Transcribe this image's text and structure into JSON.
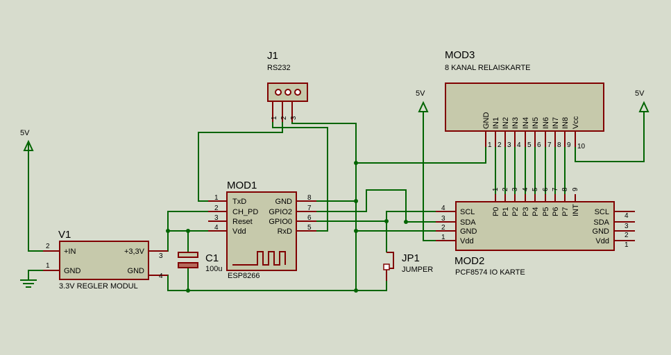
{
  "power_labels": {
    "vcc_v1": "5V",
    "vcc_jp": "5V",
    "vcc_mod3": "5V"
  },
  "j1": {
    "ref": "J1",
    "value": "RS232",
    "pins": [
      "1",
      "2",
      "3"
    ]
  },
  "mod3": {
    "ref": "MOD3",
    "value": "8 KANAL RELAISKARTE",
    "pin_labels": [
      "GND",
      "IN1",
      "IN2",
      "IN3",
      "IN4",
      "IN5",
      "IN6",
      "IN7",
      "IN8",
      "Vcc"
    ],
    "pin_numbers": [
      "1",
      "2",
      "3",
      "4",
      "5",
      "6",
      "7",
      "8",
      "9",
      "10"
    ]
  },
  "mod1": {
    "ref": "MOD1",
    "value": "ESP8266",
    "left_pins": [
      {
        "num": "1",
        "label": "TxD"
      },
      {
        "num": "2",
        "label": "CH_PD"
      },
      {
        "num": "3",
        "label": "Reset"
      },
      {
        "num": "4",
        "label": "Vdd"
      }
    ],
    "right_pins": [
      {
        "num": "8",
        "label": "GND"
      },
      {
        "num": "7",
        "label": "GPIO2"
      },
      {
        "num": "6",
        "label": "GPIO0"
      },
      {
        "num": "5",
        "label": "RxD"
      }
    ]
  },
  "v1": {
    "ref": "V1",
    "value": "3.3V REGLER MODUL",
    "left_pins": [
      {
        "num": "2",
        "label": "+IN"
      },
      {
        "num": "1",
        "label": "GND"
      }
    ],
    "right_pins": [
      {
        "num": "3",
        "label": "+3,3V"
      },
      {
        "num": "4",
        "label": "GND"
      }
    ]
  },
  "c1": {
    "ref": "C1",
    "value": "100u"
  },
  "jp1": {
    "ref": "JP1",
    "value": "JUMPER"
  },
  "mod2": {
    "ref": "MOD2",
    "value": "PCF8574 IO KARTE",
    "left_pins": [
      {
        "num": "4",
        "label": "SCL"
      },
      {
        "num": "3",
        "label": "SDA"
      },
      {
        "num": "2",
        "label": "GND"
      },
      {
        "num": "1",
        "label": "Vdd"
      }
    ],
    "right_pins": [
      {
        "num": "4",
        "label": "SCL"
      },
      {
        "num": "3",
        "label": "SDA"
      },
      {
        "num": "2",
        "label": "GND"
      },
      {
        "num": "1",
        "label": "Vdd"
      }
    ],
    "top_labels": [
      "P0",
      "P1",
      "P2",
      "P3",
      "P4",
      "P5",
      "P6",
      "P7",
      "INT"
    ],
    "top_numbers": [
      "1",
      "2",
      "3",
      "4",
      "5",
      "6",
      "7",
      "8",
      "9"
    ]
  }
}
